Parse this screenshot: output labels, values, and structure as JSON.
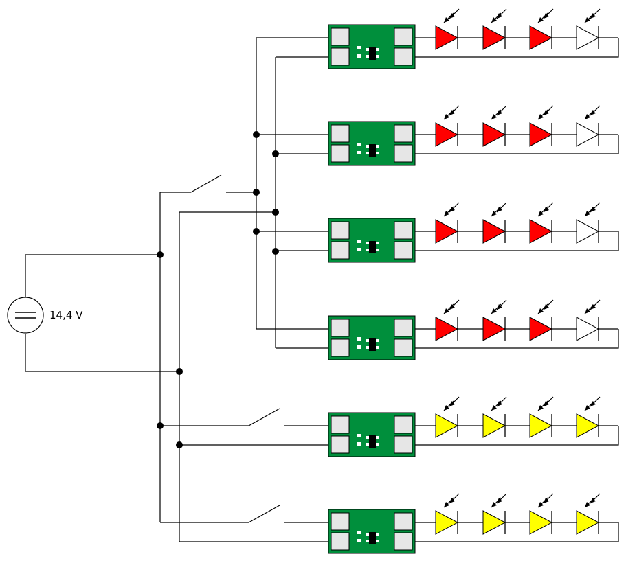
{
  "source": {
    "label": "14,4 V"
  },
  "colors": {
    "pcb": "#008f3c",
    "pad": "#e6e6e6",
    "red_led": "#ff0000",
    "yellow_led": "#ffff00",
    "off_led": "#ffffff"
  },
  "modules": [
    {
      "leds": [
        "red",
        "red",
        "red",
        "off"
      ]
    },
    {
      "leds": [
        "red",
        "red",
        "red",
        "off"
      ]
    },
    {
      "leds": [
        "red",
        "red",
        "red",
        "off"
      ]
    },
    {
      "leds": [
        "red",
        "red",
        "red",
        "off"
      ]
    },
    {
      "leds": [
        "yellow",
        "yellow",
        "yellow",
        "yellow"
      ]
    },
    {
      "leds": [
        "yellow",
        "yellow",
        "yellow",
        "yellow"
      ]
    }
  ]
}
